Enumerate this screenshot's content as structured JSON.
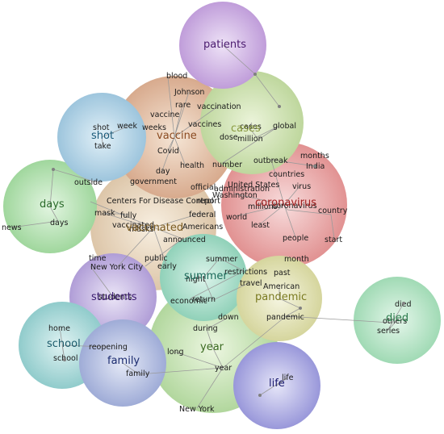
{
  "topics": [
    {
      "id": "patients",
      "label": "patients",
      "color": "#b98fd6",
      "text_color": "#4a1a6e"
    },
    {
      "id": "cases",
      "label": "cases",
      "color": "#b8d68a",
      "text_color": "#7a8a30"
    },
    {
      "id": "vaccine",
      "label": "vaccine",
      "color": "#d9a07a",
      "text_color": "#8a4a20"
    },
    {
      "id": "shot",
      "label": "shot",
      "color": "#8cc0de",
      "text_color": "#1a5a7a"
    },
    {
      "id": "coronavirus",
      "label": "coronavirus",
      "color": "#e27c7c",
      "text_color": "#a02020"
    },
    {
      "id": "days",
      "label": "days",
      "color": "#8fd68a",
      "text_color": "#2a6a2a"
    },
    {
      "id": "vaccinated",
      "label": "vaccinated",
      "color": "#e0c59a",
      "text_color": "#7a5a20"
    },
    {
      "id": "summer",
      "label": "summer",
      "color": "#7cd0b0",
      "text_color": "#1a6a5a"
    },
    {
      "id": "students",
      "label": "students",
      "color": "#a98fd6",
      "text_color": "#3a1a6e"
    },
    {
      "id": "pandemic",
      "label": "pandemic",
      "color": "#d6d68a",
      "text_color": "#7a7a20"
    },
    {
      "id": "died",
      "label": "died",
      "color": "#8fd6a8",
      "text_color": "#2a7a4a"
    },
    {
      "id": "school",
      "label": "school",
      "color": "#7cc8c8",
      "text_color": "#1a5a6a"
    },
    {
      "id": "family",
      "label": "family",
      "color": "#8fa0d6",
      "text_color": "#1a2a6e"
    },
    {
      "id": "year",
      "label": "year",
      "color": "#a8d68a",
      "text_color": "#3a6a20"
    },
    {
      "id": "life",
      "label": "life",
      "color": "#8a88dc",
      "text_color": "#1a1a6e"
    }
  ],
  "words": [
    "blood",
    "Johnson",
    "rare",
    "vaccination",
    "vaccine",
    "vaccines",
    "shot",
    "week",
    "weeks",
    "take",
    "cases",
    "dose",
    "million",
    "global",
    "Covid",
    "number",
    "health",
    "day",
    "government",
    "official",
    "administration",
    "outbreak",
    "months",
    "India",
    "countries",
    "United States",
    "virus",
    "Washington",
    "report",
    "Centers For Disease Control",
    "mask",
    "federal",
    "coronavirus",
    "millions",
    "country",
    "world",
    "least",
    "fully",
    "vaccinated",
    "masks",
    "Americans",
    "people",
    "start",
    "announced",
    "outside",
    "days",
    "news",
    "time",
    "New York City",
    "public",
    "early",
    "summer",
    "restrictions",
    "night",
    "month",
    "past",
    "travel",
    "American",
    "students",
    "economic",
    "return",
    "pandemic",
    "during",
    "down",
    "died",
    "others",
    "series",
    "home",
    "school",
    "reopening",
    "long",
    "year",
    "family",
    "life",
    "New York"
  ]
}
